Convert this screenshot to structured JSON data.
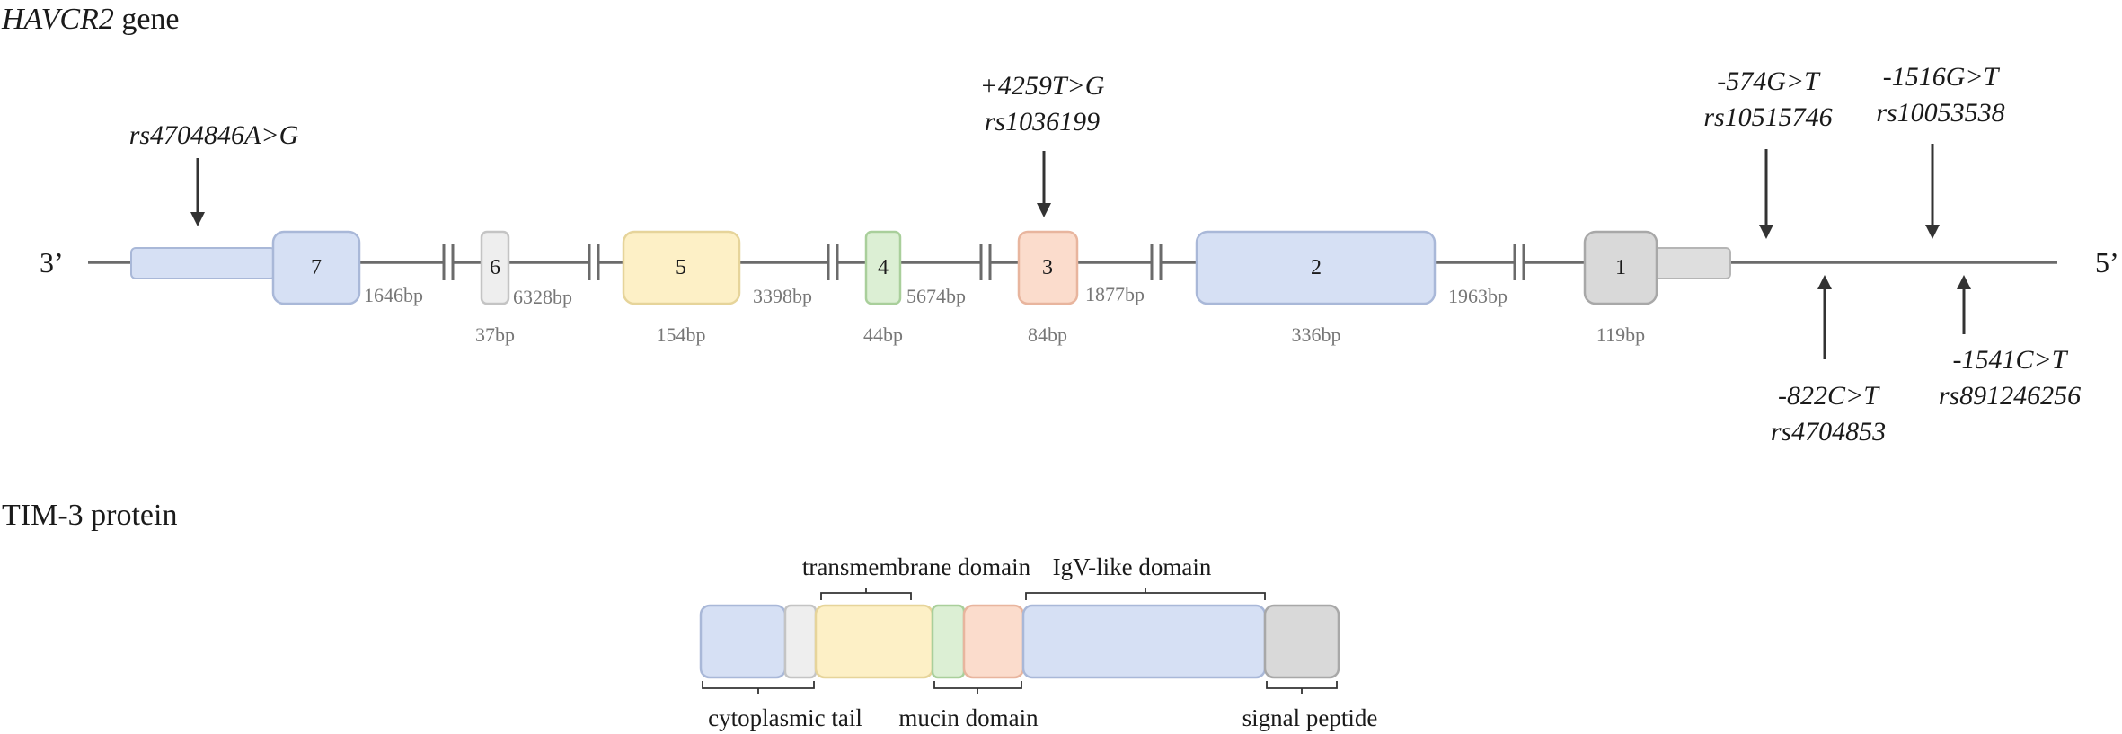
{
  "gene": {
    "title_gene": "HAVCR2",
    "title_rest": " gene",
    "end_left": "3’",
    "end_right": "5’",
    "exons": [
      {
        "label": "7",
        "length": "",
        "color": "#d6e0f4"
      },
      {
        "label": "6",
        "length": "37bp",
        "color": "#eeeeee"
      },
      {
        "label": "5",
        "length": "154bp",
        "color": "#fdf0c6"
      },
      {
        "label": "4",
        "length": "44bp",
        "color": "#dcefd4"
      },
      {
        "label": "3",
        "length": "84bp",
        "color": "#fbdccc"
      },
      {
        "label": "2",
        "length": "336bp",
        "color": "#d6e0f4"
      },
      {
        "label": "1",
        "length": "119bp",
        "color": "#d9d9d9"
      }
    ],
    "introns": [
      "1646bp",
      "6328bp",
      "3398bp",
      "5674bp",
      "1877bp",
      "1963bp"
    ],
    "snps_above": [
      {
        "line1": "rs4704846A>G",
        "line2": ""
      },
      {
        "line1": "+4259T>G",
        "line2": "rs1036199"
      },
      {
        "line1": "-574G>T",
        "line2": "rs10515746"
      },
      {
        "line1": "-1516G>T",
        "line2": "rs10053538"
      }
    ],
    "snps_below": [
      {
        "line1": "-822C>T",
        "line2": "rs4704853"
      },
      {
        "line1": "-1541C>T",
        "line2": "rs891246256"
      }
    ]
  },
  "protein": {
    "title": "TIM-3 protein",
    "domains_top": [
      "transmembrane domain",
      "IgV-like domain"
    ],
    "domains_bottom": [
      "cytoplasmic tail",
      "mucin domain",
      "signal peptide"
    ],
    "segment_colors": [
      "#d6e0f4",
      "#eeeeee",
      "#fdf0c6",
      "#dcefd4",
      "#fbdccc",
      "#d6e0f4",
      "#d9d9d9"
    ]
  }
}
